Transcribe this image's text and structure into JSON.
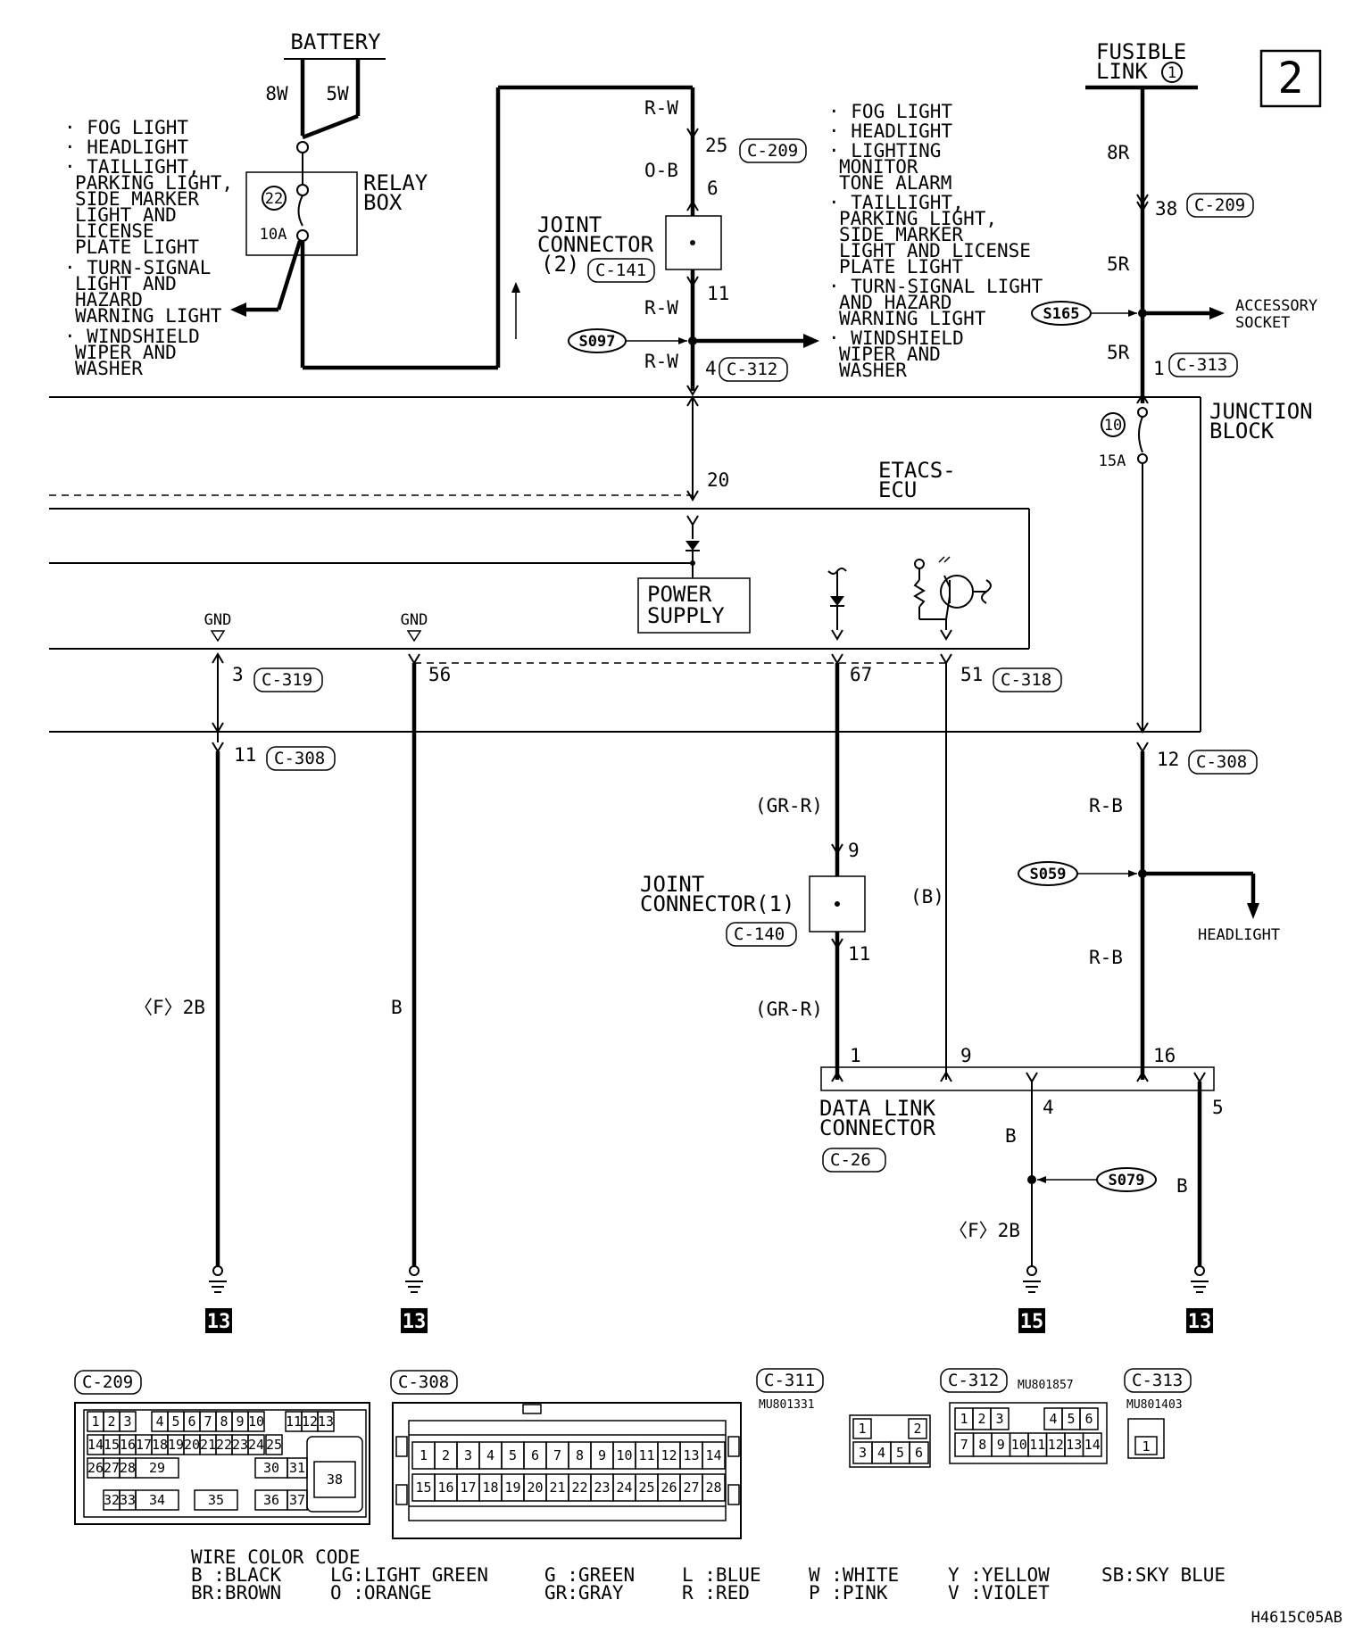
{
  "page_number": "2",
  "battery": {
    "title": "BATTERY",
    "w1": "8W",
    "w2": "5W"
  },
  "relay_box": {
    "label1": "RELAY",
    "label2": "BOX",
    "fuse_no": "22",
    "fuse_amp": "10A"
  },
  "left_loads": [
    "· FOG LIGHT",
    "· HEADLIGHT",
    "· TAILLIGHT,",
    "PARKING LIGHT,",
    "SIDE MARKER",
    "LIGHT AND",
    "LICENSE",
    "PLATE LIGHT",
    "· TURN-SIGNAL",
    "LIGHT AND",
    "HAZARD",
    "WARNING LIGHT",
    "· WINDSHIELD",
    "WIPER AND",
    "WASHER"
  ],
  "center_loads": [
    "· FOG LIGHT",
    "· HEADLIGHT",
    "· LIGHTING",
    "MONITOR",
    "TONE ALARM",
    "· TAILLIGHT,",
    "PARKING LIGHT,",
    "SIDE MARKER",
    "LIGHT AND LICENSE",
    "PLATE LIGHT",
    "· TURN-SIGNAL LIGHT",
    "AND HAZARD",
    "WARNING LIGHT",
    "· WINDSHIELD",
    "WIPER AND",
    "WASHER"
  ],
  "joint2": {
    "l1": "JOINT",
    "l2": "CONNECTOR",
    "l3": "(2)",
    "conn": "C-141",
    "pin_in": "6",
    "pin_out": "11"
  },
  "wires": {
    "rw": "R-W",
    "ob": "O-B",
    "r8": "8R",
    "r5": "5R",
    "rb": "R-B",
    "grr": "(GR-R)",
    "bp": "(B)",
    "b": "B",
    "f2b": "〈F〉2B"
  },
  "pins": {
    "p25": "25",
    "p38": "38",
    "p4": "4",
    "p1": "1",
    "p20": "20",
    "p3": "3",
    "p56": "56",
    "p67": "67",
    "p51": "51",
    "p11": "11",
    "p12": "12",
    "p9": "9",
    "d1": "1",
    "d9": "9",
    "d16": "16",
    "d4": "4",
    "d5": "5"
  },
  "conns": {
    "c209": "C-209",
    "c312": "C-312",
    "c313": "C-313",
    "c319": "C-319",
    "c318": "C-318",
    "c308": "C-308",
    "c140": "C-140",
    "c26": "C-26",
    "c311": "C-311"
  },
  "splices": {
    "s097": "S097",
    "s165": "S165",
    "s059": "S059",
    "s079": "S079"
  },
  "fusible": {
    "l1": "FUSIBLE",
    "l2": "LINK",
    "no": "1"
  },
  "accessory": {
    "l1": "ACCESSORY",
    "l2": "SOCKET"
  },
  "junction": {
    "l1": "JUNCTION",
    "l2": "BLOCK",
    "fuse_no": "10",
    "fuse_amp": "15A"
  },
  "ecu": {
    "l1": "ETACS-",
    "l2": "ECU",
    "ps1": "POWER",
    "ps2": "SUPPLY",
    "gnd": "GND"
  },
  "joint1": {
    "l1": "JOINT",
    "l2": "CONNECTOR(1)"
  },
  "dlc": {
    "l1": "DATA LINK",
    "l2": "CONNECTOR"
  },
  "headlight": "HEADLIGHT",
  "grounds": {
    "g1": "13",
    "g2": "13",
    "g3": "15",
    "g4": "13"
  },
  "faces": {
    "c209": [
      "1",
      "2",
      "3",
      "4",
      "5",
      "6",
      "7",
      "8",
      "9",
      "10",
      "11",
      "12",
      "13",
      "14",
      "15",
      "16",
      "17",
      "18",
      "19",
      "20",
      "21",
      "22",
      "23",
      "24",
      "25",
      "26",
      "27",
      "28",
      "29",
      "30",
      "31",
      "32",
      "33",
      "34",
      "35",
      "36",
      "37",
      "38"
    ],
    "c308": [
      "1",
      "2",
      "3",
      "4",
      "5",
      "6",
      "7",
      "8",
      "9",
      "10",
      "11",
      "12",
      "13",
      "14",
      "15",
      "16",
      "17",
      "18",
      "19",
      "20",
      "21",
      "22",
      "23",
      "24",
      "25",
      "26",
      "27",
      "28"
    ],
    "c311": [
      "1",
      "2",
      "3",
      "4",
      "5",
      "6"
    ],
    "c312": [
      "1",
      "2",
      "3",
      "4",
      "5",
      "6",
      "7",
      "8",
      "9",
      "10",
      "11",
      "12",
      "13",
      "14"
    ],
    "c313": [
      "1"
    ],
    "c312_part": "MU801857",
    "c311_part": "MU801331",
    "c313_part": "MU801403"
  },
  "legend": {
    "title": "WIRE COLOR CODE",
    "row1": [
      "B :BLACK",
      "LG:LIGHT GREEN",
      "G :GREEN",
      "L :BLUE",
      "W :WHITE",
      "Y :YELLOW",
      "SB:SKY BLUE"
    ],
    "row2": [
      "BR:BROWN",
      "O :ORANGE",
      "GR:GRAY",
      "R :RED",
      "P :PINK",
      "V :VIOLET"
    ]
  },
  "doc_id": "H4615C05AB"
}
